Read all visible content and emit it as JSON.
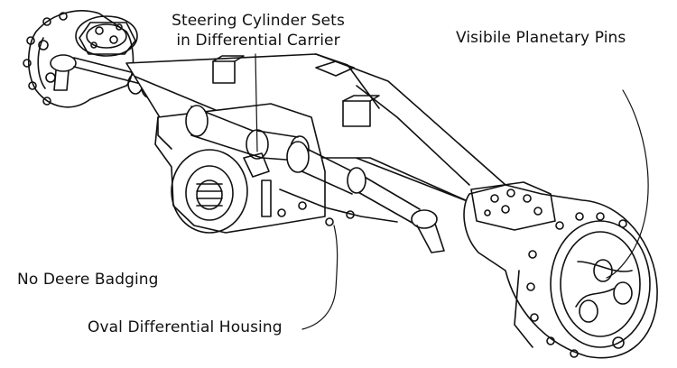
{
  "labels": {
    "steering_line1": "Steering Cylinder Sets",
    "steering_line2": "in Differential Carrier",
    "planetary": "Visibile Planetary Pins",
    "badging": "No Deere Badging",
    "housing": "Oval Differential Housing"
  },
  "colors": {
    "ink": "#111111",
    "paper": "#ffffff"
  }
}
